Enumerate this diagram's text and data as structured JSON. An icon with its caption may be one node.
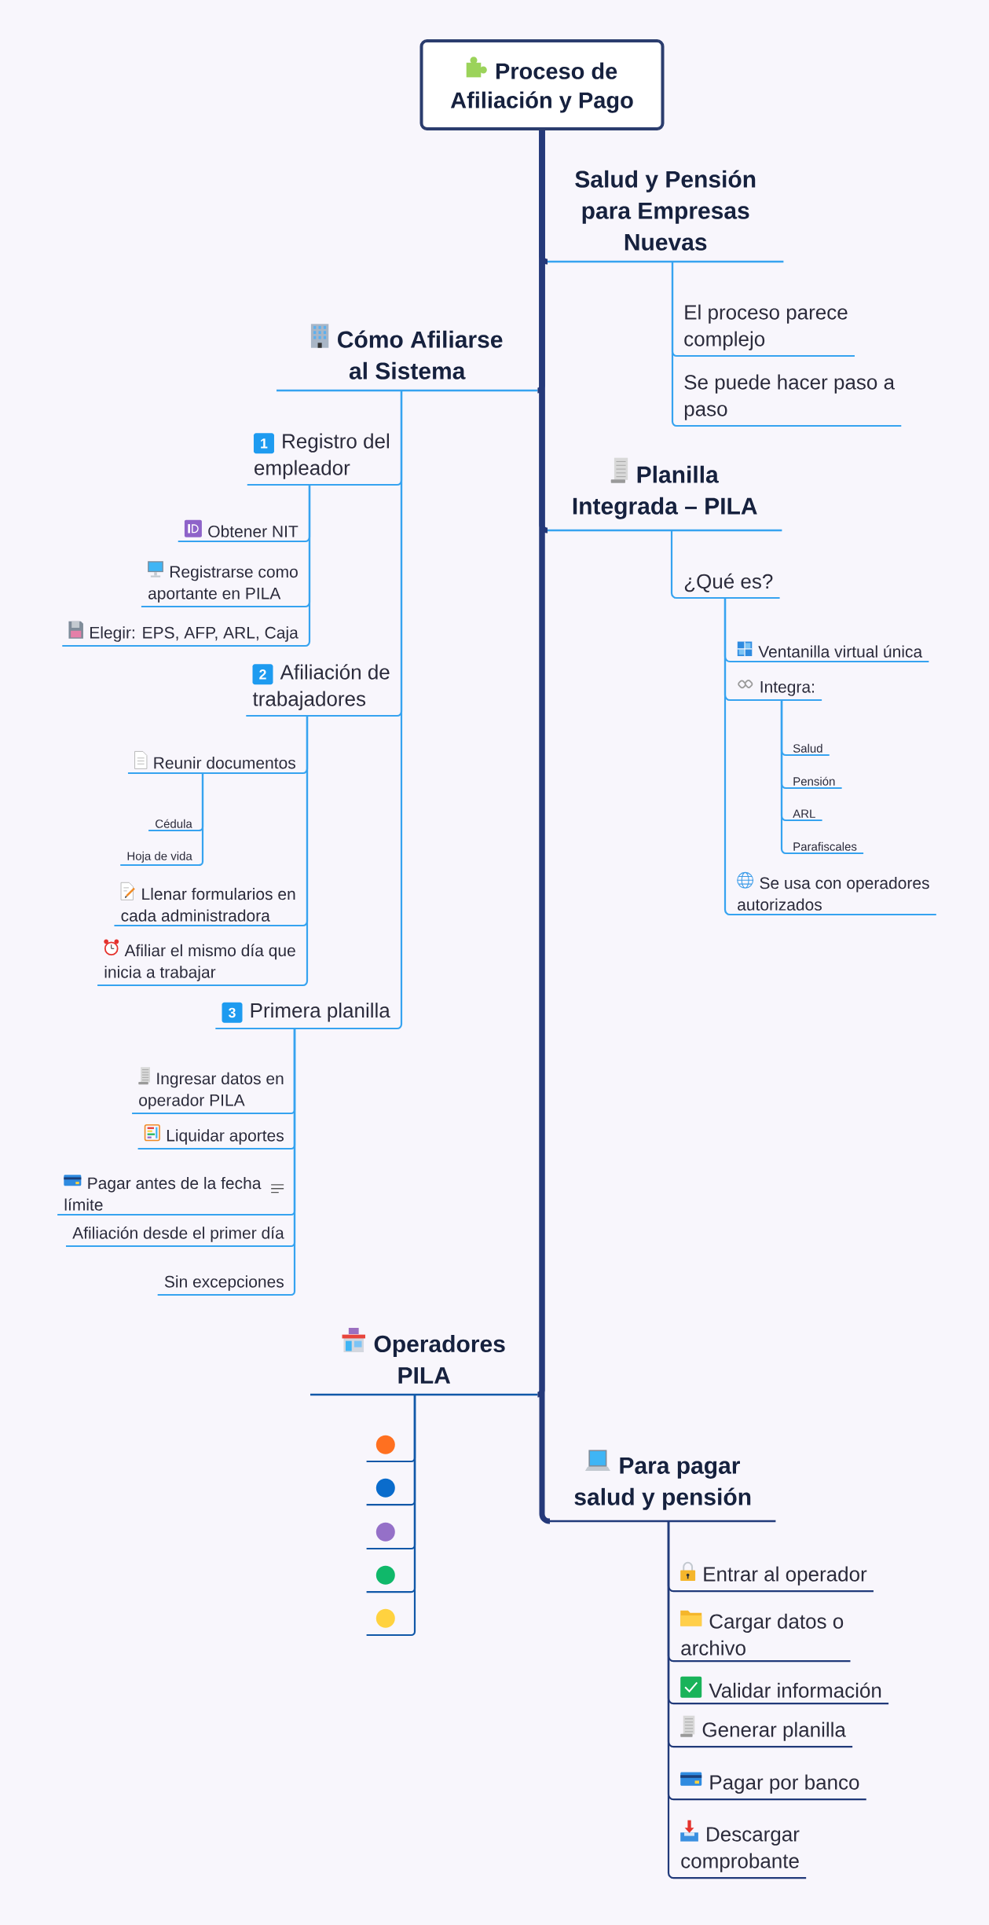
{
  "diagram": {
    "nodes": [
      {
        "text": [
          "Proceso de Afiliación y Pago"
        ]
      },
      {
        "text": [
          "Salud y Pensión para Empresas Nuevas"
        ]
      },
      {
        "text": [
          "El proceso parece complejo"
        ]
      },
      {
        "text": [
          "Se puede hacer paso a paso"
        ]
      },
      {
        "text": [
          "Cómo Afiliarse al Sistema"
        ]
      },
      {
        "text": [
          "1",
          "Registro del empleador"
        ]
      },
      {
        "text": [
          "Obtener NIT"
        ]
      },
      {
        "text": [
          "Registrarse como aportante en PILA"
        ]
      },
      {
        "text": [
          "Elegir: EPS, AFP, ARL, Caja"
        ]
      },
      {
        "text": [
          "2",
          "Afiliación de trabajadores"
        ]
      },
      {
        "text": [
          "Reunir documentos"
        ]
      },
      {
        "text": [
          "Cédula"
        ]
      },
      {
        "text": [
          "Hoja de vida"
        ]
      },
      {
        "text": [
          "Llenar formularios en cada administradora"
        ]
      },
      {
        "text": [
          "Afiliar el mismo día que inicia a trabajar"
        ]
      },
      {
        "text": [
          "3",
          "Primera planilla"
        ]
      },
      {
        "text": [
          "Ingresar datos en operador PILA"
        ]
      },
      {
        "text": [
          "Liquidar aportes"
        ]
      },
      {
        "text": [
          "Pagar antes de la fecha límite"
        ]
      },
      {
        "text": [
          "Afiliación desde el primer día"
        ]
      },
      {
        "text": [
          "Sin excepciones"
        ]
      },
      {
        "text": [
          "Planilla Integrada – PILA"
        ]
      },
      {
        "text": [
          "¿Qué es?"
        ]
      },
      {
        "text": [
          "Ventanilla virtual única"
        ]
      },
      {
        "text": [
          "Integra:"
        ]
      },
      {
        "text": [
          "Salud"
        ]
      },
      {
        "text": [
          "Pensión"
        ]
      },
      {
        "text": [
          "ARL"
        ]
      },
      {
        "text": [
          "Parafiscales"
        ]
      },
      {
        "text": [
          "Se usa con operadores autorizados"
        ]
      },
      {
        "text": [
          "Operadores PILA"
        ]
      },
      {
        "text": [],
        "shape": "circle"
      },
      {
        "text": [],
        "shape": "circle"
      },
      {
        "text": [],
        "shape": "circle"
      },
      {
        "text": [],
        "shape": "circle"
      },
      {
        "text": [],
        "shape": "circle"
      },
      {
        "text": [
          "Para pagar salud y pensión"
        ]
      },
      {
        "text": [
          "Entrar al operador"
        ]
      },
      {
        "text": [
          "Cargar datos o archivo"
        ]
      },
      {
        "text": [
          "Validar información"
        ]
      },
      {
        "text": [
          "Generar planilla"
        ]
      },
      {
        "text": [
          "Pagar por banco"
        ]
      },
      {
        "text": [
          "Descargar comprobante"
        ]
      }
    ],
    "edges": [
      {
        "from": 0,
        "to": 1,
        "arrow": "none",
        "style": "thick",
        "color": "#25397a"
      },
      {
        "from": 1,
        "to": 2,
        "arrow": "none"
      },
      {
        "from": 1,
        "to": 3,
        "arrow": "none"
      },
      {
        "from": 0,
        "to": 4,
        "arrow": "none",
        "style": "thick",
        "color": "#25397a"
      },
      {
        "from": 4,
        "to": 5,
        "arrow": "none"
      },
      {
        "from": 5,
        "to": 6,
        "arrow": "none"
      },
      {
        "from": 5,
        "to": 7,
        "arrow": "none"
      },
      {
        "from": 5,
        "to": 8,
        "arrow": "none"
      },
      {
        "from": 4,
        "to": 9,
        "arrow": "none"
      },
      {
        "from": 9,
        "to": 10,
        "arrow": "none"
      },
      {
        "from": 10,
        "to": 11,
        "arrow": "none"
      },
      {
        "from": 10,
        "to": 12,
        "arrow": "none"
      },
      {
        "from": 9,
        "to": 13,
        "arrow": "none"
      },
      {
        "from": 9,
        "to": 14,
        "arrow": "none"
      },
      {
        "from": 4,
        "to": 15,
        "arrow": "none"
      },
      {
        "from": 15,
        "to": 16,
        "arrow": "none"
      },
      {
        "from": 15,
        "to": 17,
        "arrow": "none"
      },
      {
        "from": 15,
        "to": 18,
        "arrow": "none"
      },
      {
        "from": 15,
        "to": 19,
        "arrow": "none"
      },
      {
        "from": 15,
        "to": 20,
        "arrow": "none"
      },
      {
        "from": 0,
        "to": 21,
        "arrow": "none",
        "style": "thick",
        "color": "#25397a"
      },
      {
        "from": 21,
        "to": 22,
        "arrow": "none"
      },
      {
        "from": 22,
        "to": 23,
        "arrow": "none"
      },
      {
        "from": 22,
        "to": 24,
        "arrow": "none"
      },
      {
        "from": 24,
        "to": 25,
        "arrow": "none"
      },
      {
        "from": 24,
        "to": 26,
        "arrow": "none"
      },
      {
        "from": 24,
        "to": 27,
        "arrow": "none"
      },
      {
        "from": 24,
        "to": 28,
        "arrow": "none"
      },
      {
        "from": 22,
        "to": 29,
        "arrow": "none"
      },
      {
        "from": 0,
        "to": 30,
        "arrow": "none",
        "style": "thick",
        "color": "#25397a"
      },
      {
        "from": 30,
        "to": 31,
        "arrow": "none",
        "color": "#1158a8"
      },
      {
        "from": 30,
        "to": 32,
        "arrow": "none",
        "color": "#1158a8"
      },
      {
        "from": 30,
        "to": 33,
        "arrow": "none",
        "color": "#1158a8"
      },
      {
        "from": 30,
        "to": 34,
        "arrow": "none",
        "color": "#1158a8"
      },
      {
        "from": 30,
        "to": 35,
        "arrow": "none",
        "color": "#1158a8"
      },
      {
        "from": 0,
        "to": 36,
        "arrow": "none",
        "style": "thick",
        "color": "#25397a"
      },
      {
        "from": 36,
        "to": 37,
        "arrow": "none",
        "color": "#213a7a"
      },
      {
        "from": 36,
        "to": 38,
        "arrow": "none",
        "color": "#213a7a"
      },
      {
        "from": 36,
        "to": 39,
        "arrow": "none",
        "color": "#213a7a"
      },
      {
        "from": 36,
        "to": 40,
        "arrow": "none",
        "color": "#213a7a"
      },
      {
        "from": 36,
        "to": 41,
        "arrow": "none",
        "color": "#213a7a"
      },
      {
        "from": 36,
        "to": 42,
        "arrow": "none",
        "color": "#213a7a"
      }
    ]
  }
}
